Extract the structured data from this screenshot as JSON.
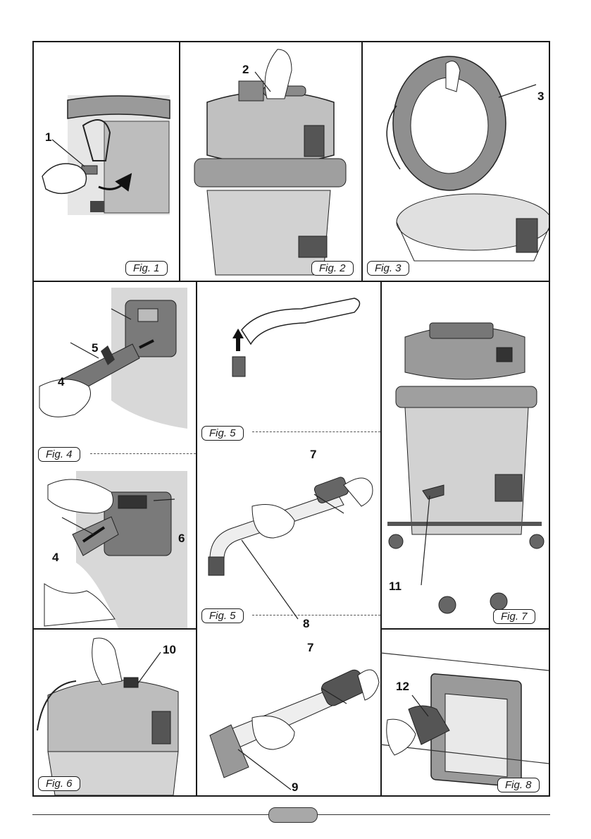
{
  "figures": {
    "fig1": "Fig. 1",
    "fig2": "Fig. 2",
    "fig3": "Fig. 3",
    "fig4": "Fig. 4",
    "fig5a": "Fig. 5",
    "fig5b": "Fig. 5",
    "fig6": "Fig. 6",
    "fig7": "Fig. 7",
    "fig8": "Fig. 8"
  },
  "callouts": {
    "c1": "1",
    "c2": "2",
    "c3": "3",
    "c4a": "4",
    "c5": "5",
    "c4b": "4",
    "c6": "6",
    "c7a": "7",
    "c8": "8",
    "c7b": "7",
    "c9": "9",
    "c10": "10",
    "c11": "11",
    "c12": "12"
  },
  "colors": {
    "metal": "#c9c9c9",
    "dark": "#6b6b6b",
    "panel": "#d8d8d8",
    "line": "#1a1a1a"
  }
}
